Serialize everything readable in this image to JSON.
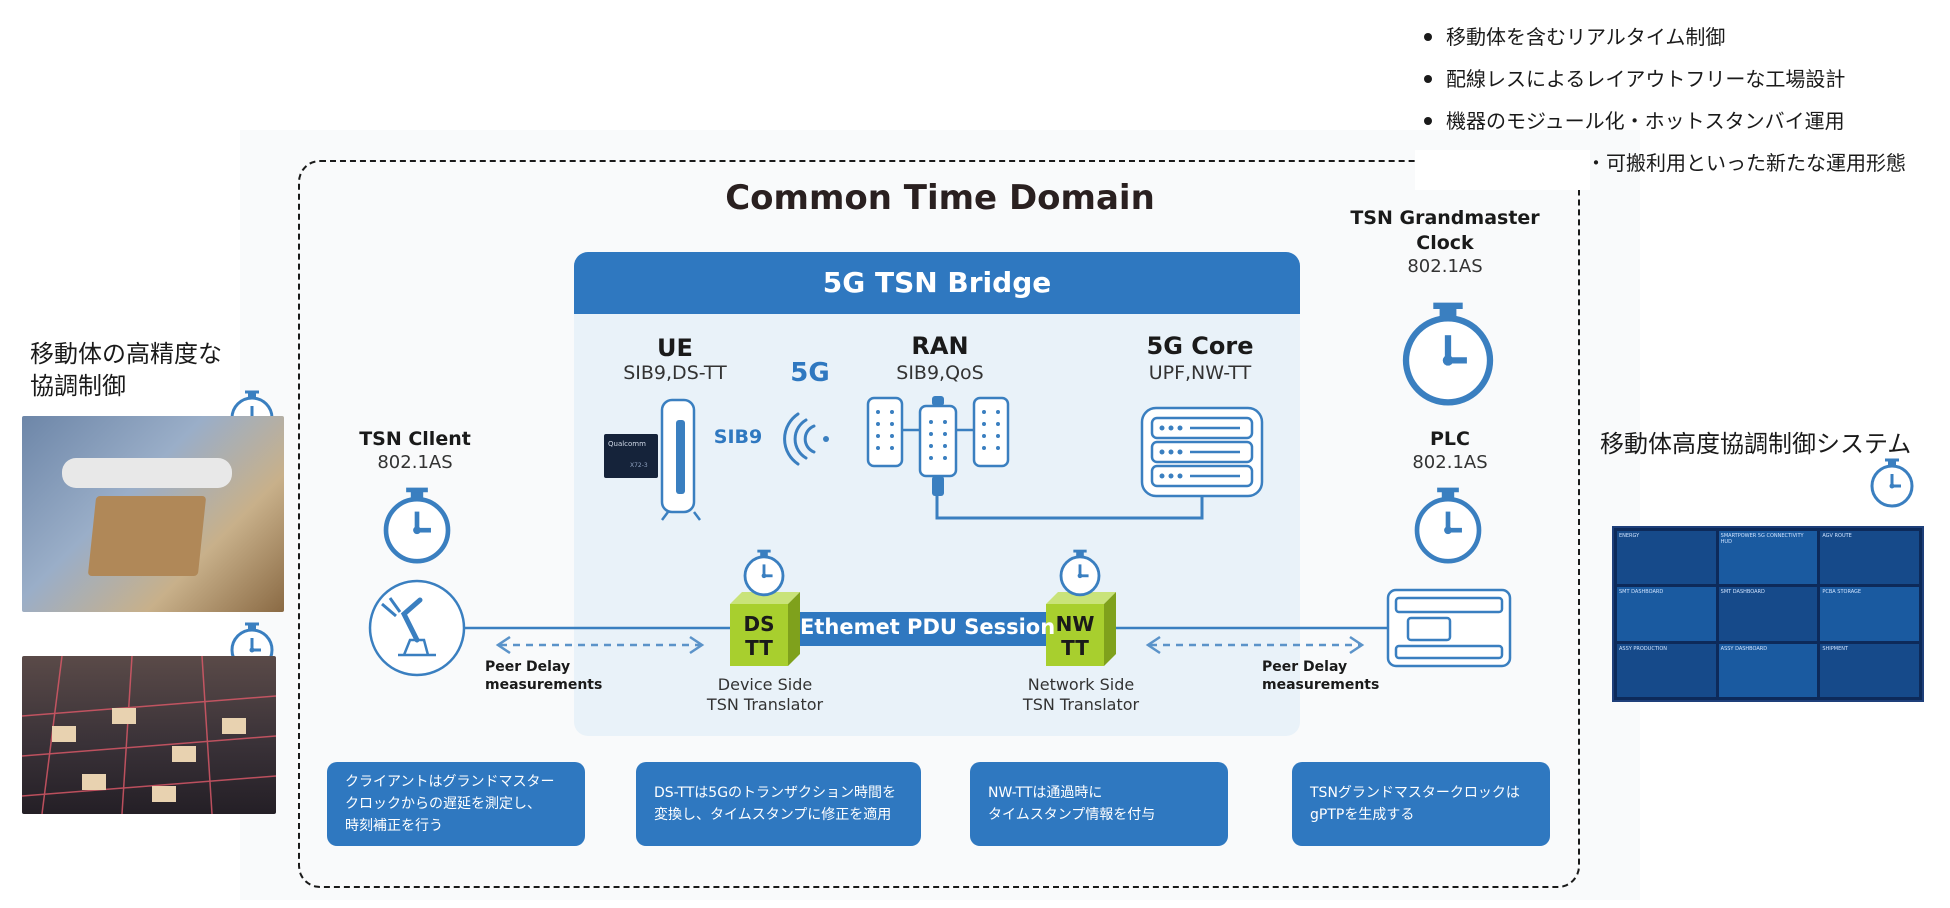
{
  "bullets": [
    "移動体を含むリアルタイム制御",
    "配線レスによるレイアウトフリーな工場設計",
    "機器のモジュール化・ホットスタンバイ運用",
    "工場の一時利用・可搬利用といった新たな運用形態"
  ],
  "domain_title": "Common Time Domain",
  "bridge_title": "5G TSN Bridge",
  "left_caption": "移動体の高精度な\n協調制御",
  "right_caption": "移動体高度協調制御システム",
  "ue": {
    "title": "UE",
    "sub": "SIB9,DS-TT",
    "chip_label": "Qualcomm",
    "chip_model": "X72-3",
    "sib9": "SIB9"
  },
  "fiveg": "5G",
  "ran": {
    "title": "RAN",
    "sub": "SIB9,QoS"
  },
  "core": {
    "title": "5G Core",
    "sub": "UPF,NW-TT"
  },
  "tsn_client": {
    "title": "TSN Cllent",
    "sub": "802.1AS"
  },
  "grandmaster": {
    "title_line1": "TSN Grandmaster",
    "title_line2": "Clock",
    "sub": "802.1AS"
  },
  "plc": {
    "title": "PLC",
    "sub": "802.1AS"
  },
  "ds_tt": {
    "line1": "DS",
    "line2": "TT",
    "caption_line1": "Device Side",
    "caption_line2": "TSN Translator"
  },
  "nw_tt": {
    "line1": "NW",
    "line2": "TT",
    "caption_line1": "Network Side",
    "caption_line2": "TSN Translator"
  },
  "pdu_session": "Ethemet PDU Session",
  "peer_delay_left": {
    "line1": "Peer Delay",
    "line2": "measurements"
  },
  "peer_delay_right": {
    "line1": "Peer Delay",
    "line2": "measurements"
  },
  "notes": [
    "クライアントはグランドマスター\nクロックからの遅延を測定し、\n時刻補正を行う",
    "DS-TTは5Gのトランザクション時間を\n変換し、タイムスタンプに修正を適用",
    "NW-TTは通過時に\nタイムスタンプ情報を付与",
    "TSNグランドマスタークロックは\ngPTPを生成する"
  ],
  "dashboard": {
    "panels": [
      "ENERGY",
      "SMARTPOWER 5G CONNECTIVITY HUD",
      "AGV ROUTE",
      "SMT DASHBOARD",
      "SMT DASHBOARD",
      "PCBA STORAGE",
      "ASSY PRODUCTION",
      "ASSY DASHBOARD",
      "SHIPMENT"
    ]
  },
  "colors": {
    "primary_blue": "#2f78c0",
    "panel_bg": "#e9f2f9",
    "cube_green": "#a8cf2e",
    "icon_blue": "#3a7fc0"
  }
}
